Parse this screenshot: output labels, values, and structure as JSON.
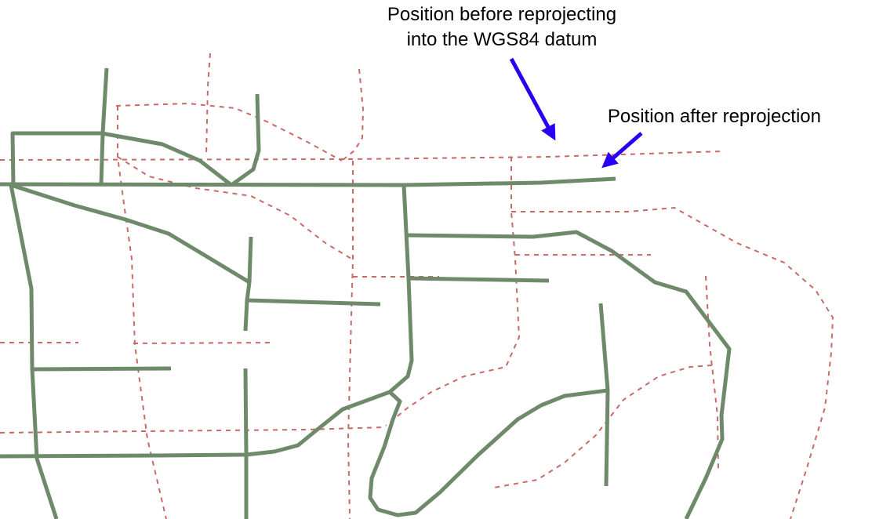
{
  "annotations": {
    "before_line1": "Position before reprojecting",
    "before_line2": "into the WGS84 datum",
    "after": "Position after reprojection"
  },
  "colors": {
    "before_roads": "#c96a66",
    "after_roads": "#6f8a6b",
    "arrow": "#2a00f0",
    "text": "#000000"
  }
}
